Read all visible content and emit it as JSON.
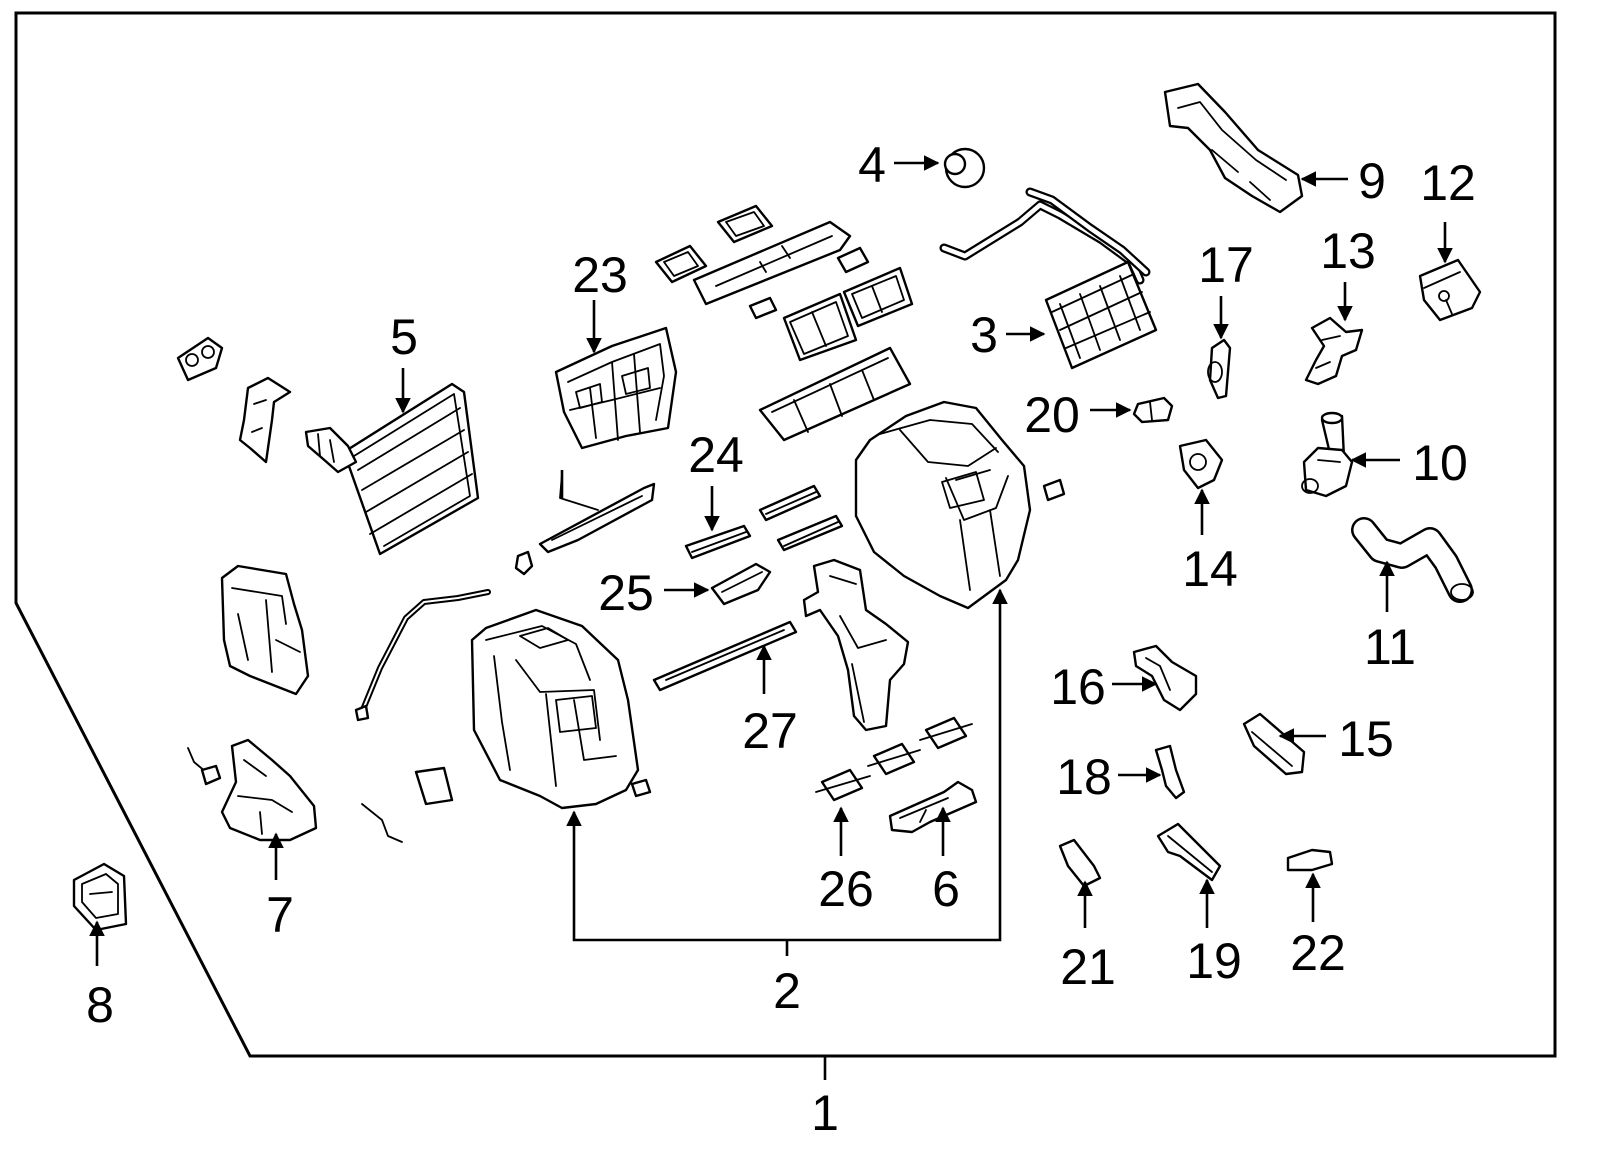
{
  "callouts": {
    "c1": "1",
    "c2": "2",
    "c3": "3",
    "c4": "4",
    "c5": "5",
    "c6": "6",
    "c7": "7",
    "c8": "8",
    "c9": "9",
    "c10": "10",
    "c11": "11",
    "c12": "12",
    "c13": "13",
    "c14": "14",
    "c15": "15",
    "c16": "16",
    "c17": "17",
    "c18": "18",
    "c19": "19",
    "c20": "20",
    "c21": "21",
    "c22": "22",
    "c23": "23",
    "c24": "24",
    "c25": "25",
    "c26": "26",
    "c27": "27"
  },
  "colors": {
    "ink": "#000000",
    "paper": "#ffffff"
  }
}
